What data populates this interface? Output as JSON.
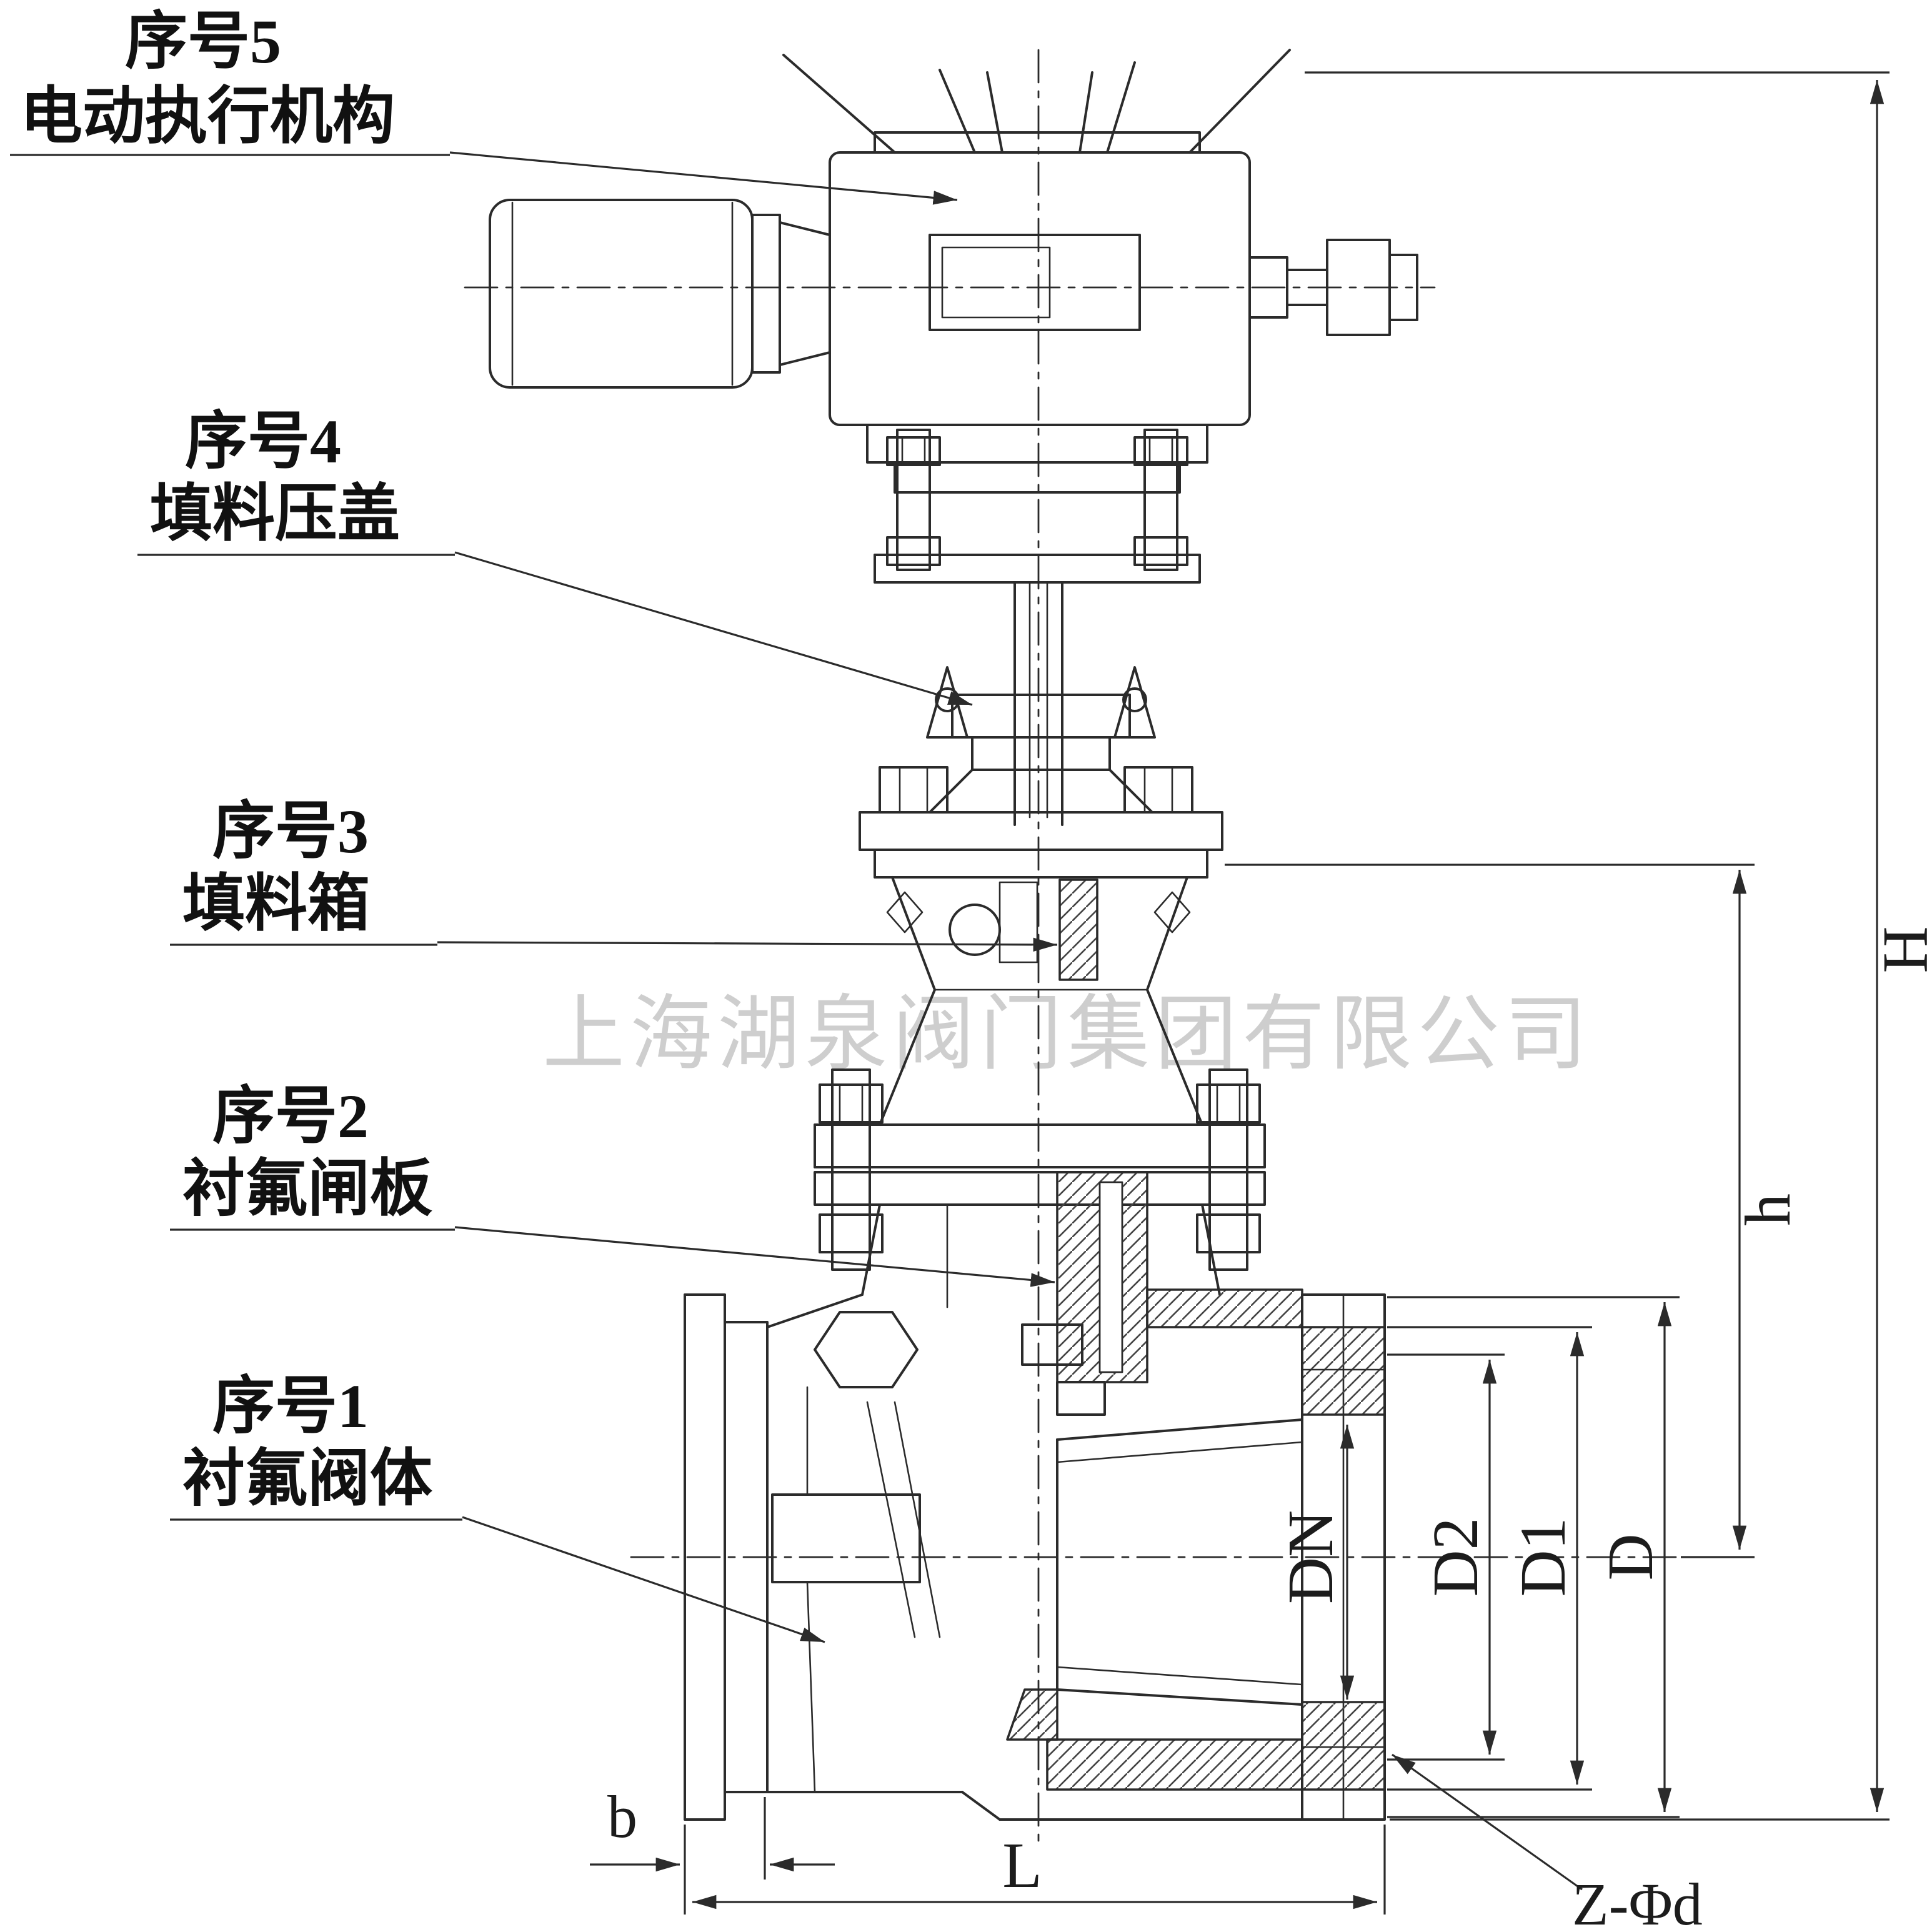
{
  "diagram": {
    "watermark": "上海湖泉阀门集团有限公司",
    "callouts": [
      {
        "label": "序号5",
        "name": "电动执行机构"
      },
      {
        "label": "序号4",
        "name": "填料压盖"
      },
      {
        "label": "序号3",
        "name": "填料箱"
      },
      {
        "label": "序号2",
        "name": "衬氟闸板"
      },
      {
        "label": "序号1",
        "name": "衬氟阀体"
      }
    ],
    "dims": {
      "H": "H",
      "h": "h",
      "D": "D",
      "D1": "D1",
      "D2": "D2",
      "DN": "DN",
      "L": "L",
      "b": "b",
      "z_phi_d": "Z-Φd"
    },
    "colors": {
      "line": "#2b2b2b",
      "watermark": "#c3c3c3",
      "background": "#ffffff"
    }
  }
}
